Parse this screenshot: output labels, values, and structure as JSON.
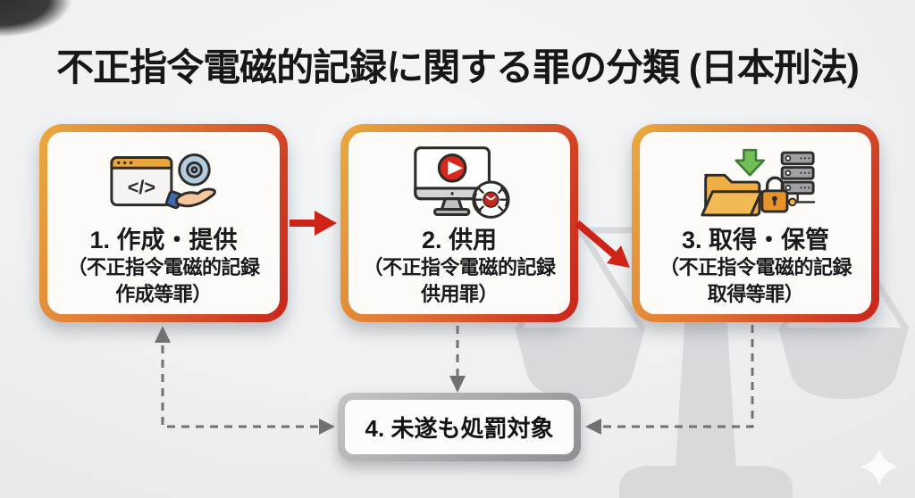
{
  "title": "不正指令電磁的記録に関する罪の分類 (日本刑法)",
  "steps": [
    {
      "label": "1. 作成・提供",
      "sub_line1": "（不正指令電磁的記録",
      "sub_line2": "作成等罪）",
      "icon": "code-window-cd-hand-icon",
      "code_glyph": "</>"
    },
    {
      "label": "2. 供用",
      "sub_line1": "（不正指令電磁的記録",
      "sub_line2": "供用罪）",
      "icon": "monitor-play-virus-icon"
    },
    {
      "label": "3. 取得・保管",
      "sub_line1": "（不正指令電磁的記録",
      "sub_line2": "取得等罪）",
      "icon": "folder-lock-download-server-icon"
    }
  ],
  "attempt_note": {
    "label": "4. 未遂も処罰対象"
  },
  "connectors": {
    "flow": [
      {
        "from": "step-1",
        "to": "step-2",
        "style": "solid-red-arrow"
      },
      {
        "from": "step-2",
        "to": "step-3",
        "style": "solid-red-arrow"
      }
    ],
    "attempt": [
      {
        "from": "step-1",
        "to": "attempt-note",
        "style": "dashed-gray-arrow"
      },
      {
        "from": "step-2",
        "to": "attempt-note",
        "style": "dashed-gray-arrow"
      },
      {
        "from": "step-3",
        "to": "attempt-note",
        "style": "dashed-gray-arrow"
      }
    ]
  },
  "colors": {
    "box_border_gradient_start": "#E9AA3F",
    "box_border_gradient_end": "#C9241A",
    "arrow_red": "#CE2418",
    "connector_gray": "#6F7275",
    "note_border_gray": "#9B9DA0",
    "background": "#ECEEF0",
    "watermark_gray": "#D7DADD",
    "box_fill": "#FCFBF8"
  }
}
